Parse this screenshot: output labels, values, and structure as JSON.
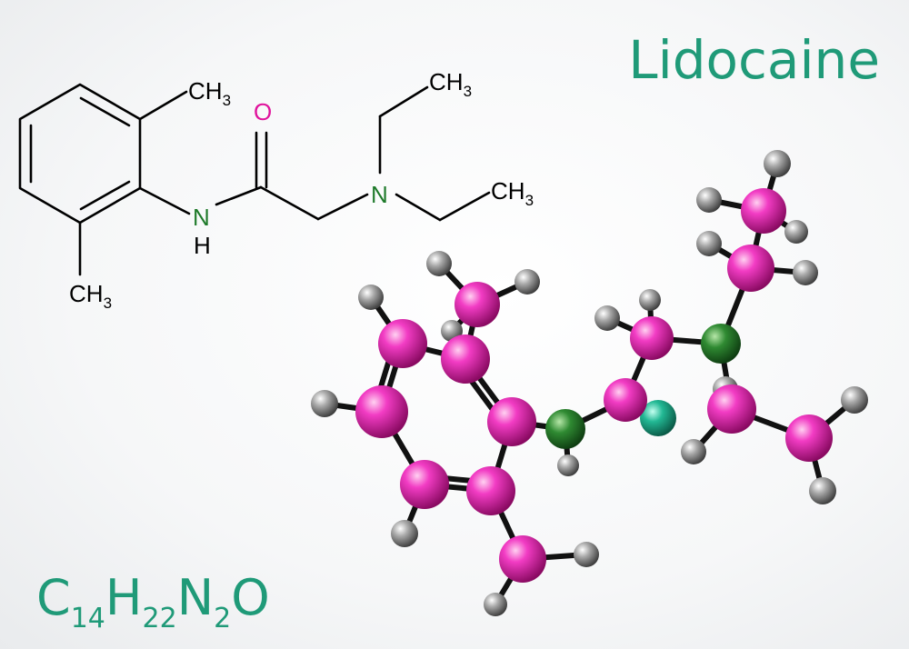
{
  "title": "Lidocaine",
  "formula": {
    "parts": [
      {
        "el": "C",
        "n": "14"
      },
      {
        "el": "H",
        "n": "22"
      },
      {
        "el": "N",
        "n": "2"
      },
      {
        "el": "O",
        "n": ""
      }
    ]
  },
  "structure_labels": {
    "ch3_top": "CH",
    "ch3_top_sub": "3",
    "ch3_bottom": "CH",
    "ch3_bottom_sub": "3",
    "ch3_ethyl_top": "CH",
    "ch3_ethyl_top_sub": "3",
    "ch3_ethyl_right": "CH",
    "ch3_ethyl_right_sub": "3",
    "oxygen": "O",
    "amide_n": "N",
    "amide_h": "H",
    "amine_n": "N"
  },
  "colors": {
    "title": "#1f9a78",
    "carbon": "#e0129c",
    "hydrogen": "#8a8a8a",
    "nitrogen": "#1e6e26",
    "oxygen": "#1aa88a",
    "bond": "#111111"
  }
}
